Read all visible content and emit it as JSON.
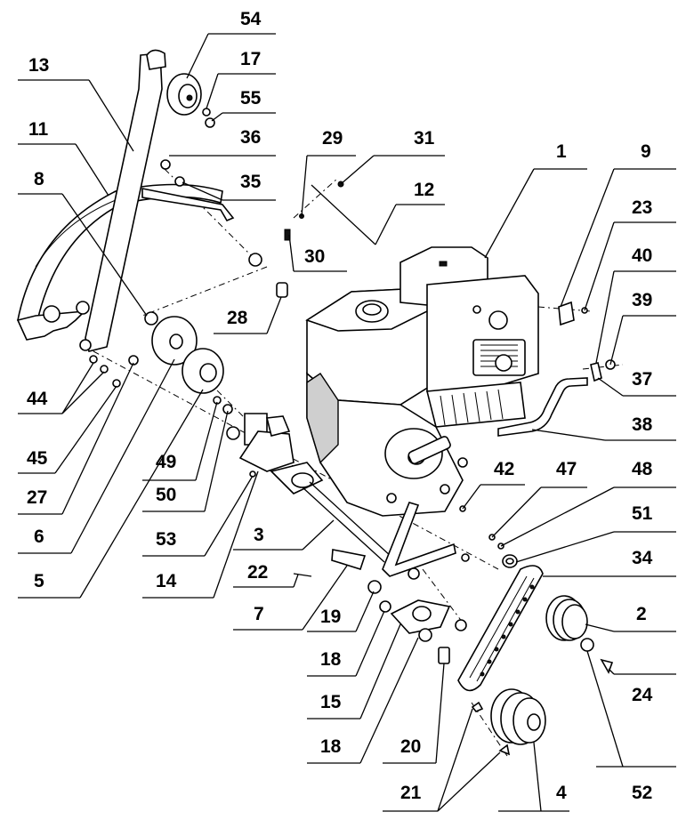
{
  "figure": {
    "type": "exploded-parts-diagram",
    "callouts": [
      "54",
      "17",
      "55",
      "36",
      "13",
      "11",
      "8",
      "29",
      "31",
      "12",
      "35",
      "30",
      "28",
      "1",
      "9",
      "23",
      "40",
      "39",
      "37",
      "38",
      "42",
      "47",
      "48",
      "51",
      "34",
      "2",
      "24",
      "52",
      "4",
      "21",
      "20",
      "18",
      "15",
      "19",
      "7",
      "22",
      "3",
      "14",
      "53",
      "50",
      "49",
      "5",
      "6",
      "27",
      "45",
      "44"
    ]
  }
}
